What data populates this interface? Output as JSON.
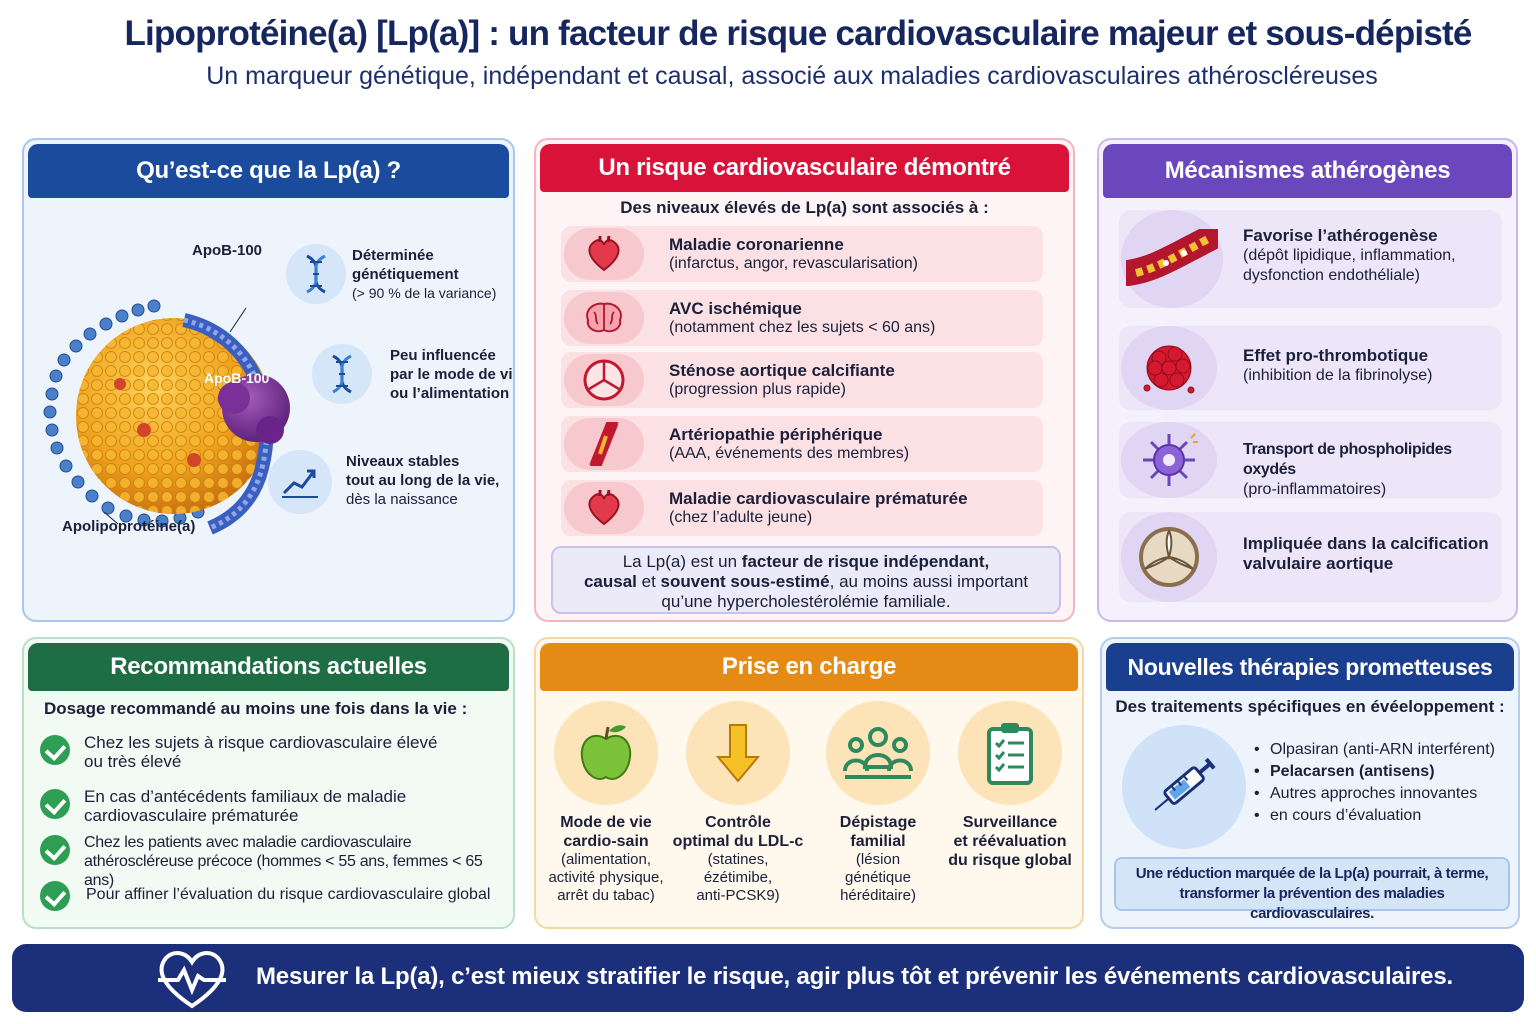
{
  "header": {
    "title": "Lipoprotéine(a) [Lp(a)] : un facteur de risque cardiovasculaire majeur et sous-dépisté",
    "subtitle": "Un marqueur génétique, indépendant et causal, associé aux maladies cardiovasculaires athéroscléreuses"
  },
  "what_is": {
    "title": "Qu’est-ce que la Lp(a) ?",
    "labels": {
      "apob_top": "ApoB-100",
      "apob_center": "ApoB-100",
      "apolipo": "Apolipoprotéine(a)"
    },
    "features": [
      {
        "icon": "dna-icon",
        "line1": "Déterminée",
        "line2": "génétiquement",
        "line3": "(> 90 % de la variance)"
      },
      {
        "icon": "dna-icon",
        "line1": "Peu influencée",
        "line2": "par le mode de vie",
        "line3": "ou l’alimentation"
      },
      {
        "icon": "trend-chart-icon",
        "line1": "Niveaux stables",
        "line2": "tout au long de la vie,",
        "line3": "dès la naissance"
      }
    ]
  },
  "risk": {
    "title": "Un risque cardiovasculaire démontré",
    "intro": "Des niveaux élevés de Lp(a) sont associés à :",
    "items": [
      {
        "icon": "heart-icon",
        "title": "Maladie coronarienne",
        "detail": "(infarctus, angor, revascularisation)"
      },
      {
        "icon": "brain-icon",
        "title": "AVC ischémique",
        "detail": "(notamment chez les sujets < 60 ans)"
      },
      {
        "icon": "aortic-valve-icon",
        "title": "Sténose aortique calcifiante",
        "detail": "(progression plus rapide)"
      },
      {
        "icon": "artery-icon",
        "title": "Artériopathie périphérique",
        "detail": "(AAA, événements des membres)"
      },
      {
        "icon": "heart-icon",
        "title": "Maladie cardiovasculaire prématurée",
        "detail": "(chez l’adulte jeune)"
      }
    ],
    "note": {
      "p1": "La Lp(a) est un ",
      "b1": "facteur de risque indépendant,",
      "b2": "causal",
      "p2": " et ",
      "b3": "souvent sous-estimé",
      "p3": ", au moins aussi important",
      "p4": "qu’une hypercholestérolémie familiale."
    }
  },
  "mechanisms": {
    "title": "Mécanismes athérogènes",
    "items": [
      {
        "icon": "artery-plaque-icon",
        "title": "Favorise l’athérogenèse",
        "detail1": "(dépôt lipidique, inflammation,",
        "detail2": "dysfonction endothéliale)"
      },
      {
        "icon": "thrombus-icon",
        "title": "Effet pro-thrombotique",
        "detail1": "(inhibition de la fibrinolyse)",
        "detail2": ""
      },
      {
        "icon": "virus-particle-icon",
        "title": "Transport de phospholipides oxydés",
        "detail1": "(pro-inflammatoires)",
        "detail2": ""
      },
      {
        "icon": "valve-icon",
        "title": "Impliquée dans la calcification",
        "detail1": "valvulaire aortique",
        "detail2": ""
      }
    ]
  },
  "recommendations": {
    "title": "Recommandations actuelles",
    "intro": "Dosage recommandé au moins une fois dans la vie :",
    "items": [
      {
        "l1": "Chez les sujets à risque cardiovasculaire élevé",
        "l2": "ou très élevé"
      },
      {
        "l1": "En cas d’antécédents familiaux de maladie",
        "l2": "cardiovasculaire prématurée"
      },
      {
        "l1": "Chez les patients avec maladie cardiovasculaire",
        "l2": "athéroscléreuse précoce (hommes < 55 ans, femmes < 65 ans)"
      },
      {
        "l1": "Pour affiner l’évaluation du risque cardiovasculaire global",
        "l2": ""
      }
    ]
  },
  "management": {
    "title": "Prise en charge",
    "items": [
      {
        "icon": "apple-icon",
        "t1a": "Mode de vie",
        "t1b": "cardio-sain",
        "t2a": "(alimentation,",
        "t2b": "activité physique,",
        "t2c": "arrêt du tabac)"
      },
      {
        "icon": "down-arrow-icon",
        "t1a": "Contrôle",
        "t1b": "optimal du LDL-c",
        "t2a": "(statines,",
        "t2b": "ézétimibe,",
        "t2c": "anti-PCSK9)"
      },
      {
        "icon": "family-icon",
        "t1a": "Dépistage",
        "t1b": "familial",
        "t2a": "(lésion",
        "t2b": "génétique",
        "t2c": "héréditaire)"
      },
      {
        "icon": "checklist-icon",
        "t1a": "Surveillance",
        "t1b": "et réévaluation",
        "t2a": "du risque global",
        "t2b": "",
        "t2c": ""
      }
    ]
  },
  "therapies": {
    "title": "Nouvelles thérapies prometteuses",
    "intro": "Des traitements spécifiques en évéeloppement :",
    "icon": "syringe-icon",
    "items": [
      "Olpasiran (anti-ARN interférent)",
      "Pelacarsen (antisens)",
      "Autres approches innovantes",
      "en cours d’évaluation"
    ],
    "note1": "Une réduction marquée de la Lp(a) pourrait, à terme,",
    "note2": "transformer la prévention des maladies cardiovasculaires."
  },
  "footer": {
    "icon": "heart-pulse-icon",
    "text": "Mesurer la Lp(a), c’est mieux stratifier le risque, agir plus tôt et prévenir les événements cardiovasculaires."
  },
  "colors": {
    "blue": "#1b4b9c",
    "red": "#d9123a",
    "purple": "#6a47bd",
    "green": "#1f6d45",
    "orange": "#e58a14",
    "navy": "#1b2f7a"
  }
}
